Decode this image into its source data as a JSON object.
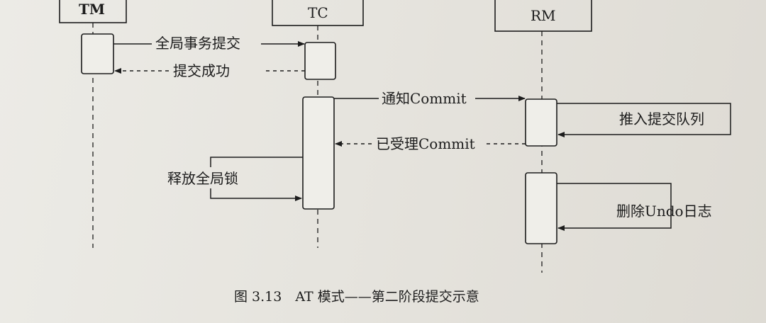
{
  "participants": [
    {
      "id": "tm",
      "label": "TM"
    },
    {
      "id": "tc",
      "label": "TC"
    },
    {
      "id": "rm",
      "label": "RM"
    }
  ],
  "messages": {
    "m1": "全局事务提交",
    "m2": "提交成功",
    "m3": "通知Commit",
    "m4": "已受理Commit",
    "m5": "释放全局锁",
    "m6": "推入提交队列",
    "m7": "删除Undo日志"
  },
  "caption": "图 3.13　AT 模式——第二阶段提交示意"
}
